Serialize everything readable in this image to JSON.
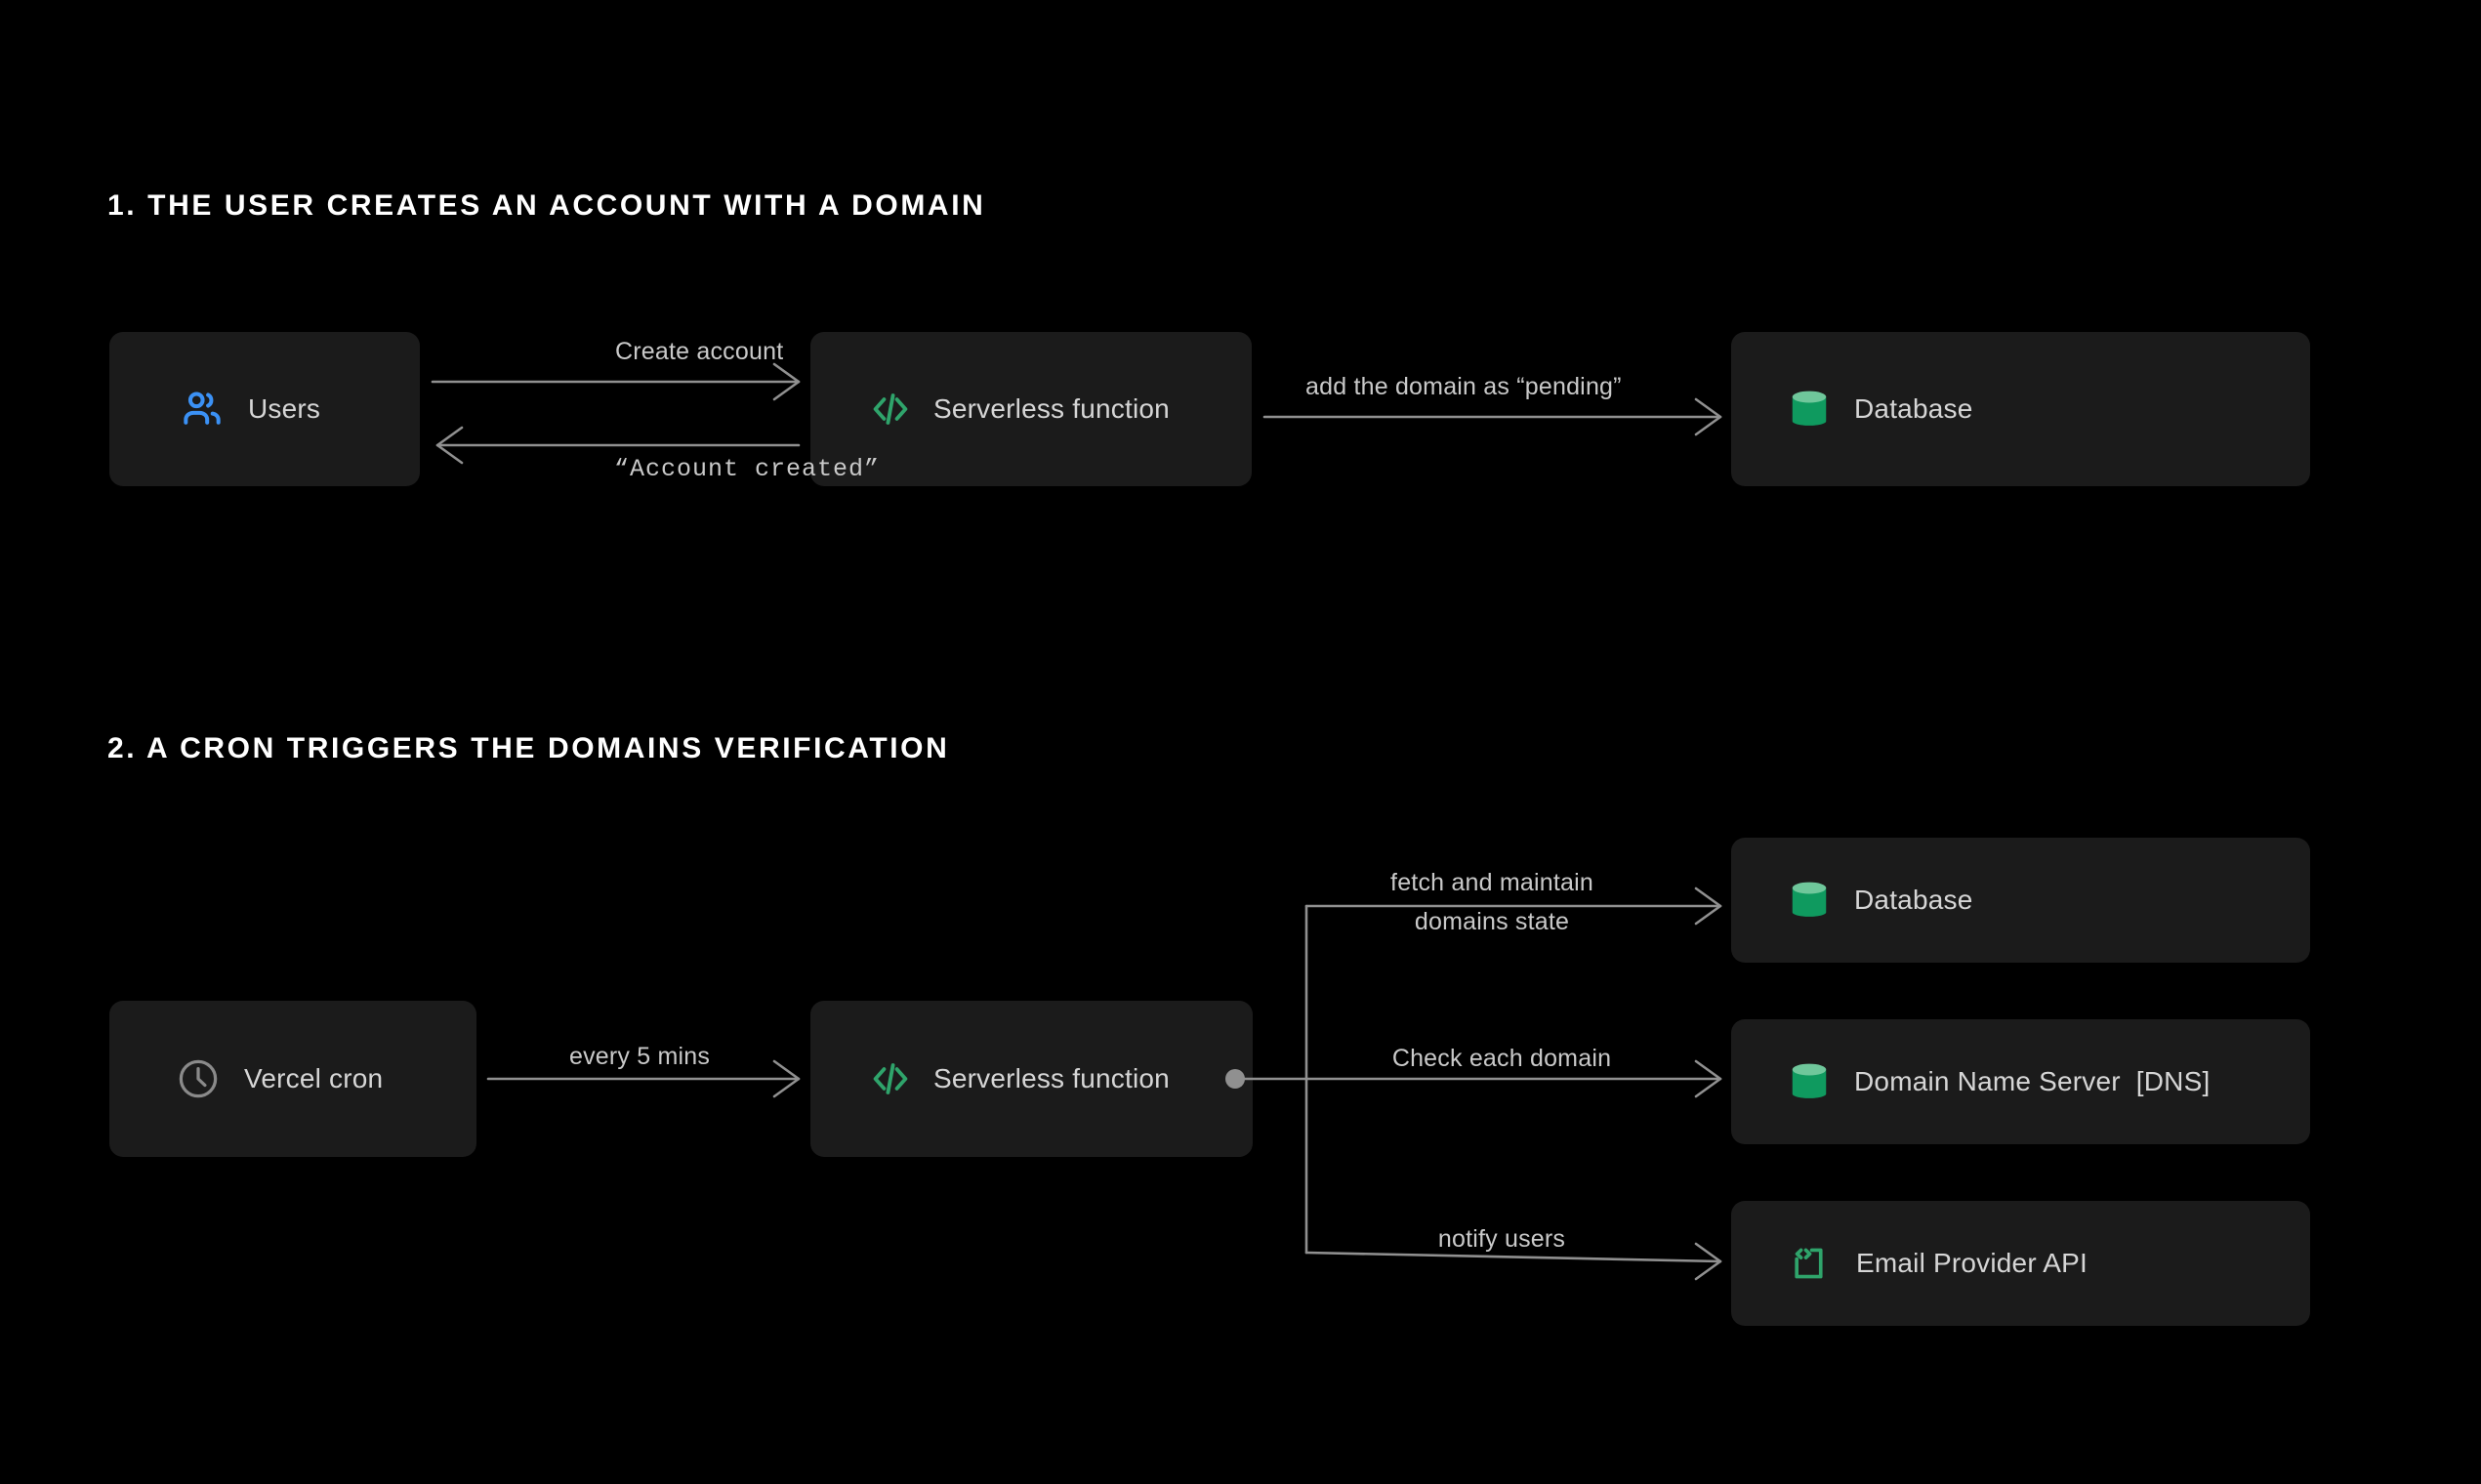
{
  "canvas": {
    "background": "#000000",
    "box_fill": "#1b1b1b",
    "line_color": "#909090",
    "text_color": "#d6d6d6",
    "heading_color": "#ffffff",
    "accent_green": "#2fa46b",
    "accent_green_light": "#6fc79b",
    "accent_blue": "#3b91f5",
    "icon_gray": "#8a8a8a"
  },
  "sections": [
    {
      "heading": "1. THE USER CREATES AN ACCOUNT WITH A DOMAIN",
      "nodes": {
        "users": {
          "label": "Users",
          "icon": "users-icon"
        },
        "serverless": {
          "label": "Serverless function",
          "icon": "code-brackets-icon"
        },
        "database": {
          "label": "Database",
          "icon": "database-cylinder-icon"
        }
      },
      "edges": {
        "create_account": "Create account",
        "account_created": "“Account created”",
        "add_domain_pending": "add the domain as “pending”"
      }
    },
    {
      "heading": "2. A CRON TRIGGERS THE DOMAINS VERIFICATION",
      "nodes": {
        "cron": {
          "label": "Vercel cron",
          "icon": "clock-icon"
        },
        "serverless": {
          "label": "Serverless function",
          "icon": "code-brackets-icon"
        },
        "database": {
          "label": "Database",
          "icon": "database-cylinder-icon"
        },
        "dns": {
          "label": "Domain Name Server  [DNS]",
          "icon": "database-cylinder-icon"
        },
        "email": {
          "label": "Email Provider API",
          "icon": "api-code-box-icon"
        }
      },
      "edges": {
        "every_5_mins": "every 5 mins",
        "fetch_line_1": "fetch and maintain",
        "fetch_line_2": "domains state",
        "check_each_domain": "Check each domain",
        "notify_users": "notify users"
      }
    }
  ]
}
